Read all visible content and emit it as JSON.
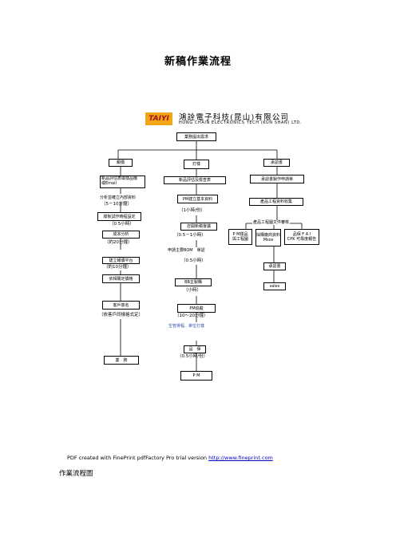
{
  "title": "新稿作業流程",
  "logo": {
    "text": "TAIYI",
    "company_zh": "鴻詮電子科技(昆山)有限公司",
    "company_en": "HONG CHAIN ELECTRONICS TECH (KUN SHAN) LTD."
  },
  "flow": {
    "top": "業務提出需求",
    "col1": {
      "header": "報價",
      "step1": {
        "line1": "新品評估表或樣品機",
        "line2": "或Email"
      },
      "step2": "分析並確立內部資料",
      "step2_time": "（5－10分鐘）",
      "step3": "樣板試作時程設定",
      "step3_time": "（0.5小時）",
      "step4": "成本分析",
      "step4_time": "（約20分鐘）",
      "step5": "建立報價平台",
      "step5_time": "（約10分鐘）",
      "step6": "依相關定價格",
      "step7": "客戶簽名",
      "step7_note": "（依客戶同樣格式定）",
      "step8": "業　務"
    },
    "col2": {
      "header": "打樣",
      "step1": "新品評估及檢查表",
      "step2": "PM建立基本資料",
      "step2_time": "（1小時/份）",
      "step3": "召開新稿會議",
      "step3_time": "（0.5－1小時）",
      "step4": "申請主要BOM　單認",
      "step4_time": "（0.5小時）",
      "step5": "BB主製購",
      "step5_time": "（小時）",
      "step6": "PM追蹤",
      "step6_time": "（10～20分鐘）",
      "step7": "生管排程、單位打樣",
      "step8": "品　保",
      "step8_time": "（0.5小時/份）",
      "step9": "P M"
    },
    "col3": {
      "header": "承認書",
      "step1": "承認書製作申請單",
      "step2": "產品工程資料收集",
      "step3": "產品工程圖文件審核",
      "sub1": {
        "line1": "P M樣品",
        "line2": "與工程圖"
      },
      "sub2": {
        "line1": "採購廠商資料",
        "line2": "Msos"
      },
      "sub3": {
        "line1": "品保 F A I",
        "line2": "CPK 可靠度報告"
      },
      "step4": "承認書",
      "step5": "sales"
    }
  },
  "footer": {
    "prefix": "PDF created with FinePrint pdfFactory Pro trial version ",
    "link": "http://www.fineprint.com"
  },
  "caption": "作業流程圖"
}
